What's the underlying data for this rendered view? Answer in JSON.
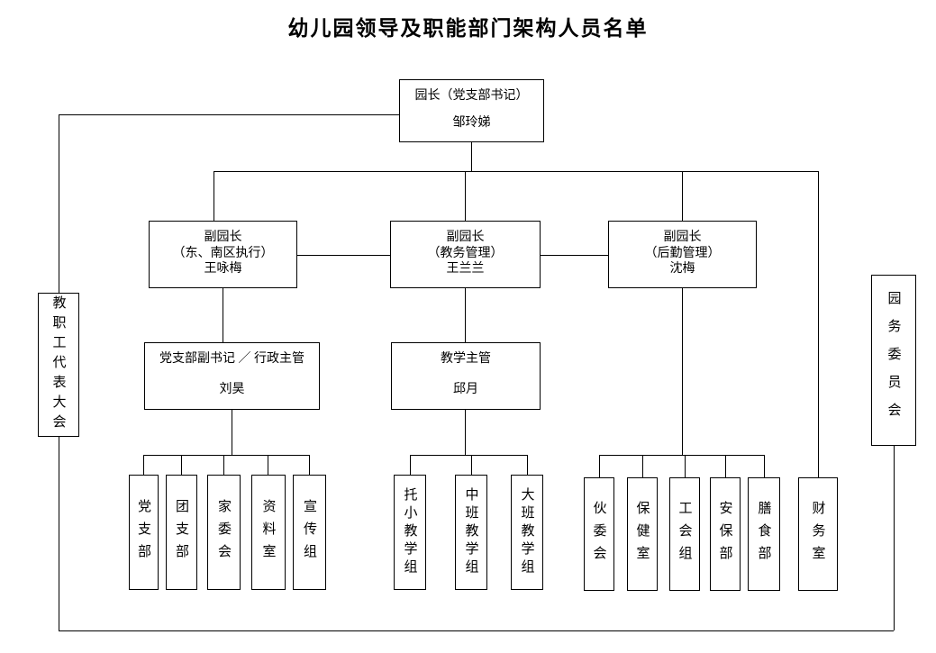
{
  "title": "幼儿园领导及职能部门架构人员名单",
  "principal": {
    "title": "园长（党支部书记）",
    "name": "邹玲娣"
  },
  "committees": {
    "left": "教职工代表大会",
    "right": "园务委员会"
  },
  "deputies": [
    {
      "title": "副园长",
      "subtitle": "（东、南区执行）",
      "name": "王咏梅"
    },
    {
      "title": "副园长",
      "subtitle": "（教务管理）",
      "name": "王兰兰"
    },
    {
      "title": "副园长",
      "subtitle": "（后勤管理）",
      "name": "沈梅"
    }
  ],
  "managers": {
    "admin": {
      "title": "党支部副书记 ／ 行政主管",
      "name": "刘昊"
    },
    "teaching": {
      "title": "教学主管",
      "name": "邱月"
    }
  },
  "groups": {
    "admin": [
      "党支部",
      "团支部",
      "家委会",
      "资料室",
      "宣传组"
    ],
    "teaching": [
      "托小教学组",
      "中班教学组",
      "大班教学组"
    ],
    "logistics": [
      "伙委会",
      "保健室",
      "工会组",
      "安保部",
      "膳食部"
    ],
    "finance": "财务室"
  }
}
